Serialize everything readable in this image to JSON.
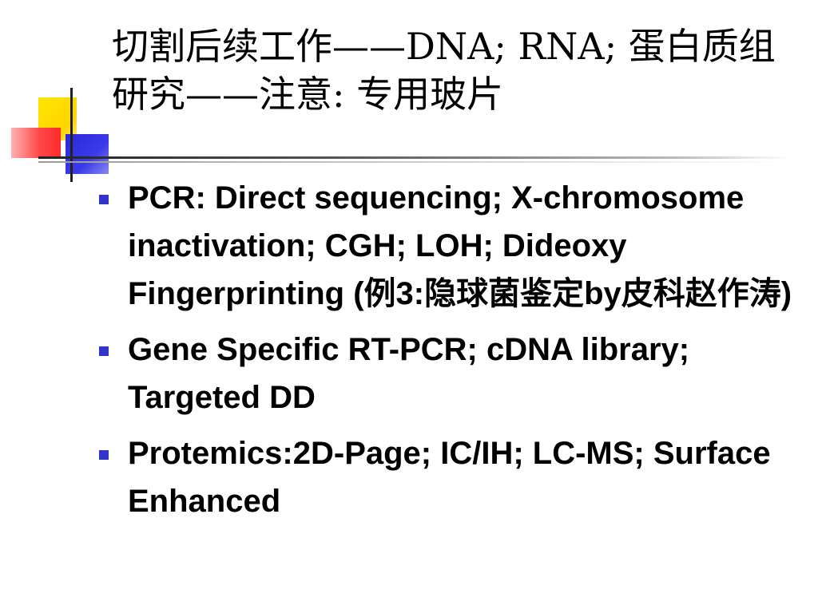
{
  "slide": {
    "title": "切割后续工作——DNA; RNA; 蛋白质组研究——注意: 专用玻片",
    "bullets": [
      {
        "text": "PCR: Direct sequencing; X-chromosome inactivation; CGH; LOH; Dideoxy Fingerprinting (例3:隐球菌鉴定by皮科赵作涛)"
      },
      {
        "text": "Gene Specific RT-PCR; cDNA library; Targeted DD"
      },
      {
        "text": "Protemics:2D-Page; IC/IH; LC-MS; Surface Enhanced"
      }
    ]
  },
  "colors": {
    "bullet_marker": "#3333cc",
    "text": "#000000"
  }
}
